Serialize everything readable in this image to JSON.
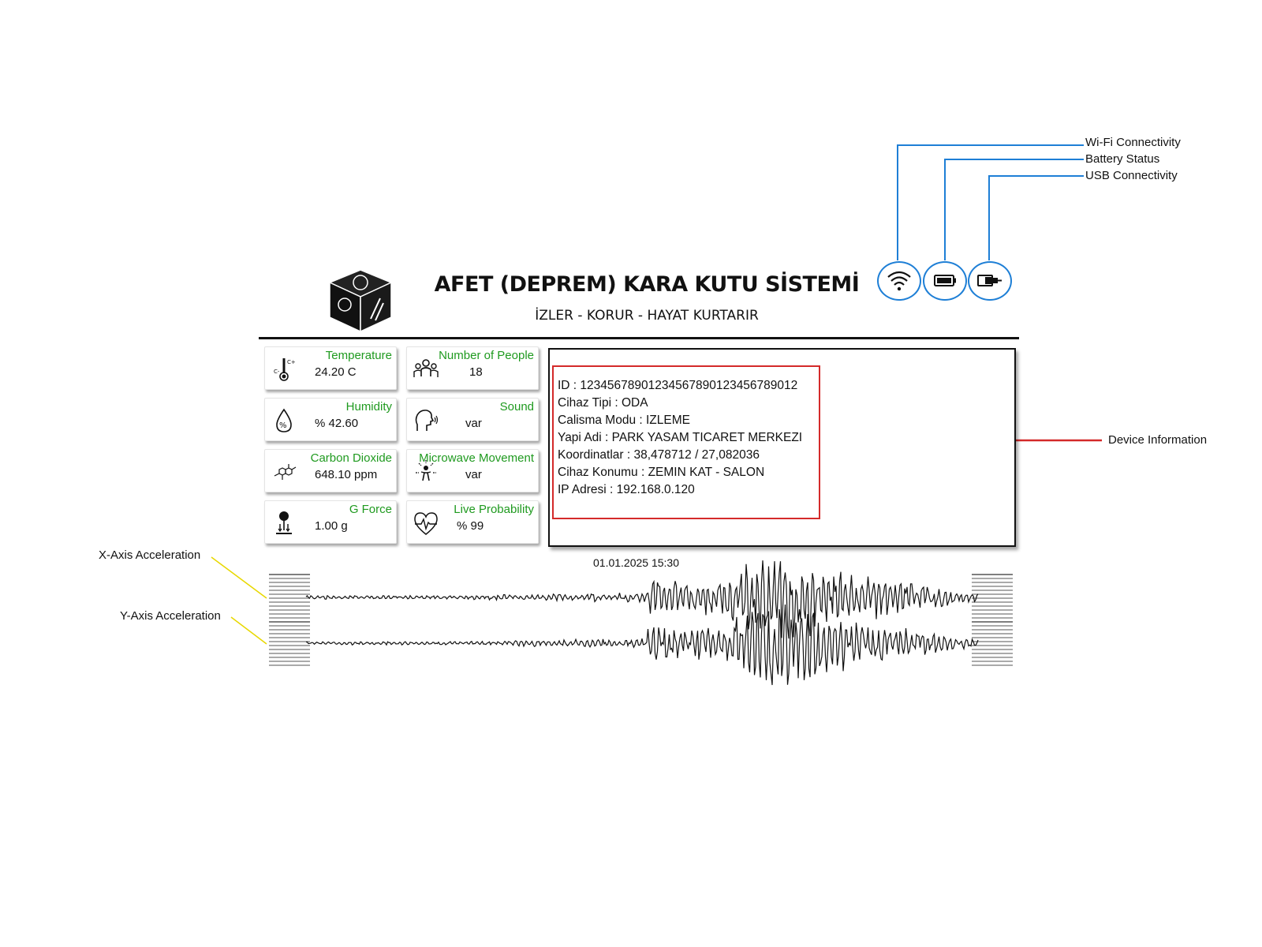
{
  "header": {
    "title": "AFET (DEPREM) KARA KUTU SİSTEMİ",
    "subtitle": "İZLER - KORUR - HAYAT KURTARIR"
  },
  "status_icons": [
    {
      "icon": "wifi-icon",
      "callout": "Wi-Fi Connectivity"
    },
    {
      "icon": "battery-icon",
      "callout": "Battery Status"
    },
    {
      "icon": "usb-icon",
      "callout": "USB Connectivity"
    }
  ],
  "sensors": [
    {
      "label": "Temperature",
      "value": "24.20 C",
      "icon": "thermometer-icon"
    },
    {
      "label": "Number of People",
      "value": "18",
      "icon": "people-icon"
    },
    {
      "label": "Humidity",
      "value": "% 42.60",
      "icon": "humidity-drop-icon"
    },
    {
      "label": "Sound",
      "value": "var",
      "icon": "speaking-head-icon"
    },
    {
      "label": "Carbon Dioxide",
      "value": "648.10 ppm",
      "icon": "molecule-icon"
    },
    {
      "label": "Microwave Movement",
      "value": "var",
      "icon": "motion-sensor-icon"
    },
    {
      "label": "G Force",
      "value": "1.00 g",
      "icon": "gravity-icon"
    },
    {
      "label": "Live Probability",
      "value": "% 99",
      "icon": "heartbeat-icon"
    }
  ],
  "device_info": {
    "lines": [
      "ID : 12345678901234567890123456789012",
      "Cihaz Tipi : ODA",
      "Calisma Modu : IZLEME",
      "Yapi Adi : PARK YASAM TICARET MERKEZI",
      "Koordinatlar : 38,478712 / 27,082036",
      "Cihaz Konumu : ZEMIN KAT - SALON",
      "IP Adresi : 192.168.0.120"
    ],
    "callout": "Device Information"
  },
  "timestamp": "01.01.2025 15:30",
  "waveforms": {
    "x_callout": "X-Axis Acceleration",
    "y_callout": "Y-Axis Acceleration"
  },
  "colors": {
    "label_green": "#1f9a1f",
    "callout_blue": "#1e7fd6",
    "callout_red": "#d42a2a",
    "callout_yellow": "#e8d800"
  }
}
